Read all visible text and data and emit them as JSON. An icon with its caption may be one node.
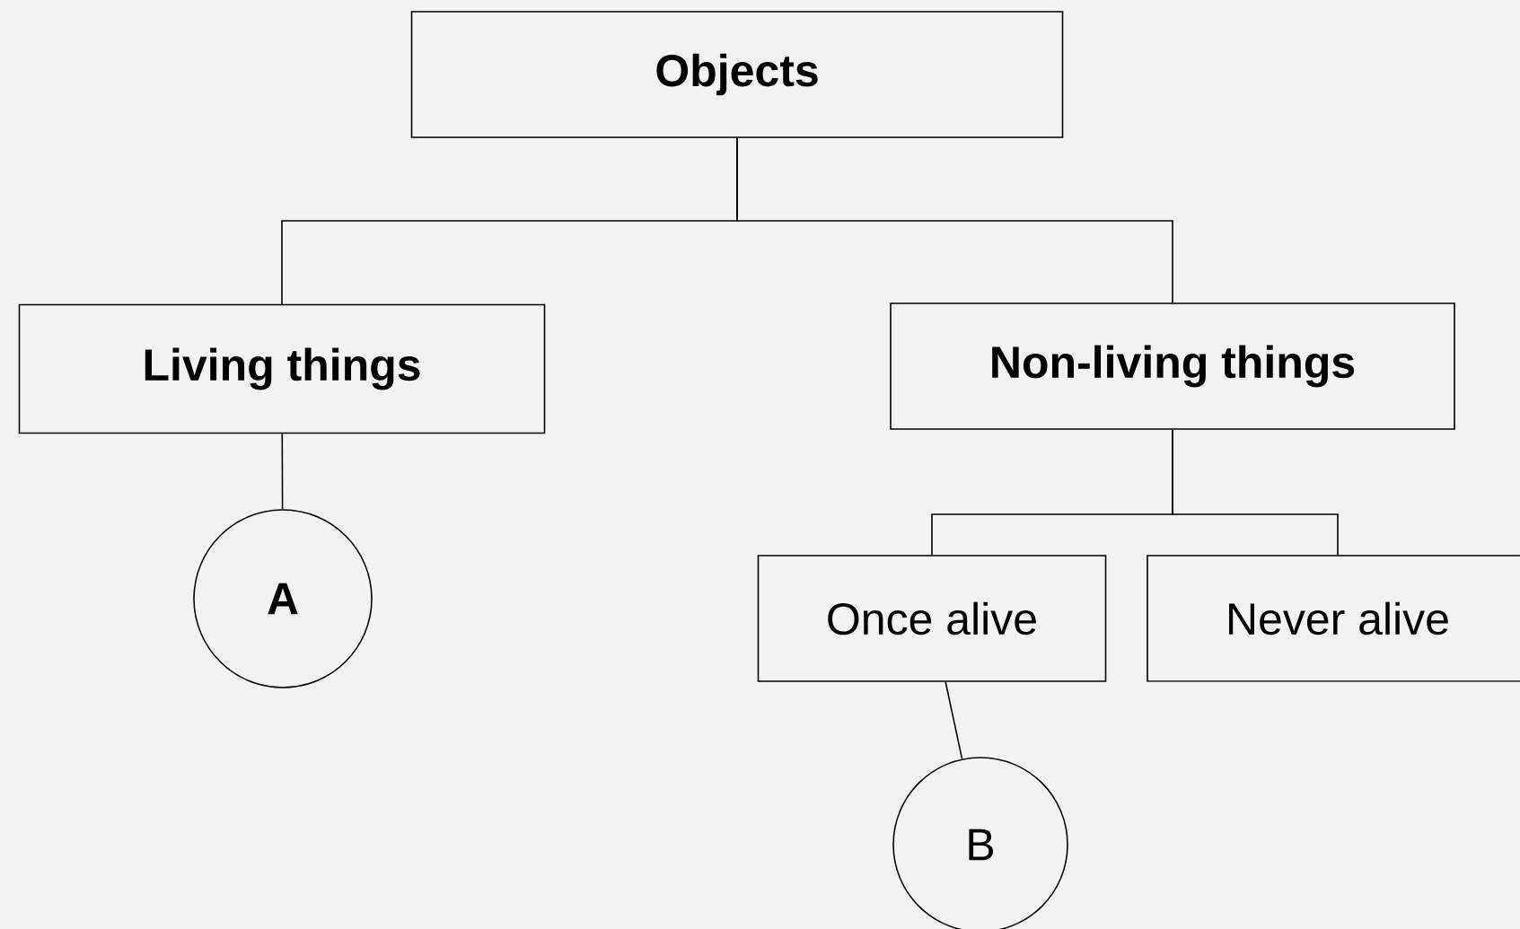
{
  "diagram": {
    "nodes": [
      {
        "text": [
          "Objects"
        ]
      },
      {
        "text": [
          "Living things"
        ]
      },
      {
        "text": [
          "Non-living things"
        ]
      },
      {
        "text": [
          "A"
        ]
      },
      {
        "text": [
          "Once alive"
        ]
      },
      {
        "text": [
          "Never alive"
        ]
      },
      {
        "text": [
          "B"
        ]
      }
    ],
    "edges": [
      {
        "from": 0,
        "to": 1,
        "arrow": "none"
      },
      {
        "from": 0,
        "to": 2,
        "arrow": "none"
      },
      {
        "from": 1,
        "to": 3,
        "arrow": "none"
      },
      {
        "from": 2,
        "to": 4,
        "arrow": "none"
      },
      {
        "from": 2,
        "to": 5,
        "arrow": "none"
      },
      {
        "from": 4,
        "to": 6,
        "arrow": "none"
      }
    ]
  }
}
